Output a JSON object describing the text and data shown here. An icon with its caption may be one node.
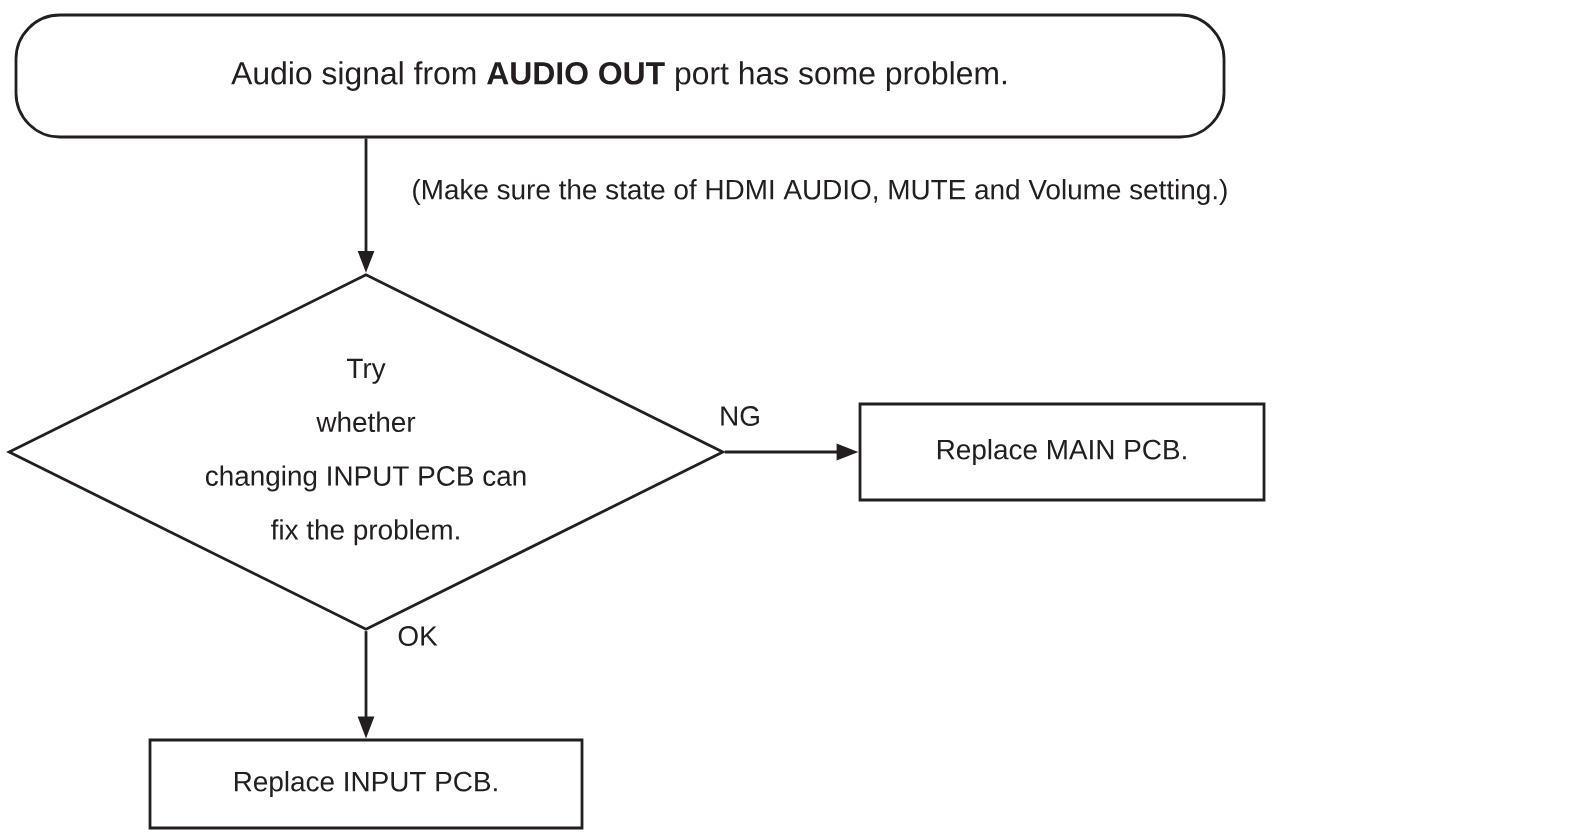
{
  "diagram": {
    "nodes": [
      {
        "text": [
          "Audio signal from **AUDIO OUT** port has some problem."
        ]
      },
      {
        "text": [
          "Try whether changing INPUT PCB can fix the problem."
        ]
      },
      {
        "text": [
          "Replace MAIN PCB."
        ]
      },
      {
        "text": [
          "Replace INPUT PCB."
        ]
      }
    ],
    "edges": [
      {
        "from": 0,
        "to": 1,
        "arrow": "to",
        "label": "(Make sure the state of HDMI AUDIO, MUTE and Volume setting.)"
      },
      {
        "from": 1,
        "to": 2,
        "arrow": "to",
        "label": "NG"
      },
      {
        "from": 1,
        "to": 3,
        "arrow": "to",
        "label": "OK"
      }
    ]
  }
}
